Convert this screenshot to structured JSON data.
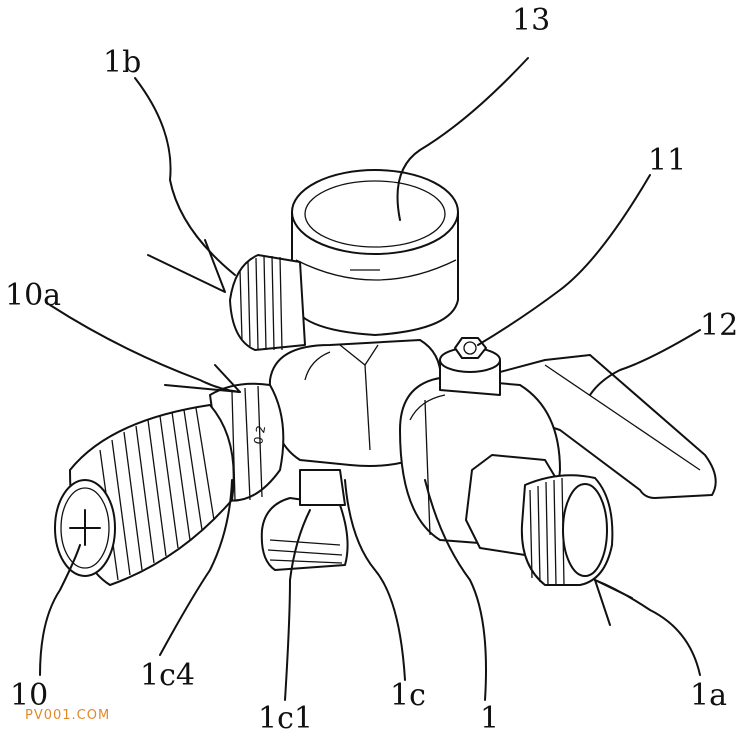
{
  "labels": {
    "l13": "13",
    "l1b": "1b",
    "l11": "11",
    "l12": "12",
    "l10a": "10a",
    "l10": "10",
    "l1c4": "1c4",
    "l1c1": "1c1",
    "l1c": "1c",
    "l1": "1",
    "l1a": "1a"
  },
  "scale_text": "0 2",
  "watermark": "PV001.COM"
}
